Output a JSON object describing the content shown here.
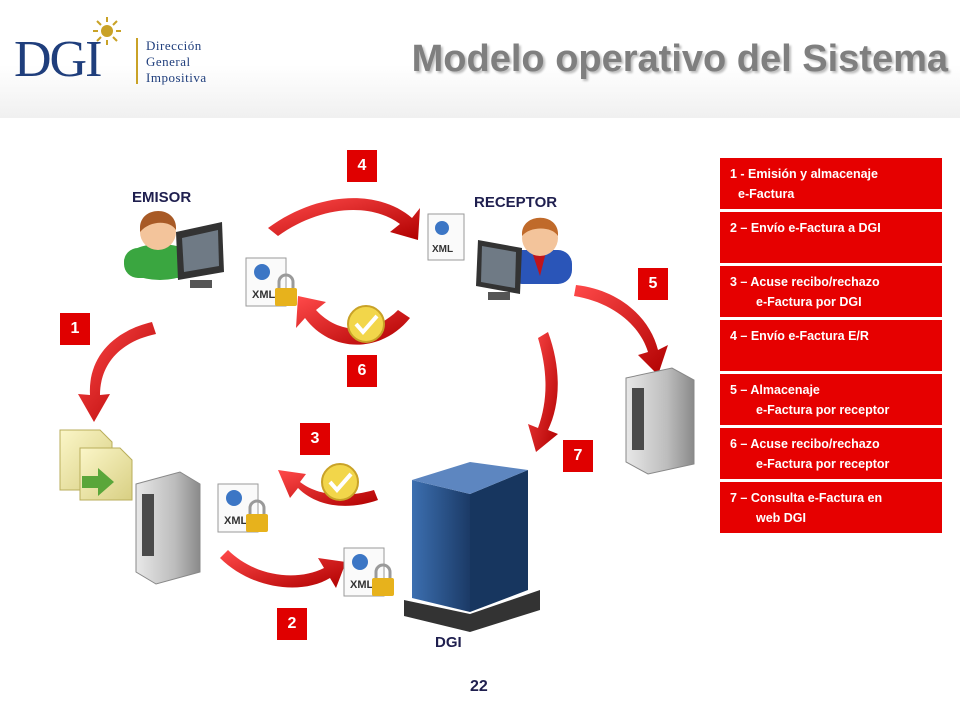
{
  "header": {
    "logo_mark": "DGI",
    "logo_lines": [
      "Dirección",
      "General",
      "Impositiva"
    ],
    "title": "Modelo operativo del Sistema"
  },
  "nodes": {
    "emisor": "EMISOR",
    "receptor": "RECEPTOR",
    "dgi": "DGI"
  },
  "steps": [
    "1",
    "2",
    "3",
    "4",
    "5",
    "6",
    "7"
  ],
  "legend": [
    {
      "line1": "1 - Emisión y almacenaje",
      "line2": "e-Factura"
    },
    {
      "line1": "2 – Envío e-Factura a DGI",
      "line2": ""
    },
    {
      "line1": "3 – Acuse recibo/rechazo",
      "line2": "e-Factura por DGI"
    },
    {
      "line1": "4 – Envío e-Factura E/R",
      "line2": ""
    },
    {
      "line1": "5 – Almacenaje",
      "line2": "e-Factura por receptor"
    },
    {
      "line1": "6 – Acuse recibo/rechazo",
      "line2": "e-Factura por receptor"
    },
    {
      "line1": "7 – Consulta e-Factura en",
      "line2": "web DGI"
    }
  ],
  "xml_label": "XML",
  "page_number": "22",
  "colors": {
    "accent": "#e60000",
    "brand": "#1f3e7c",
    "title": "#7f7f7f"
  }
}
